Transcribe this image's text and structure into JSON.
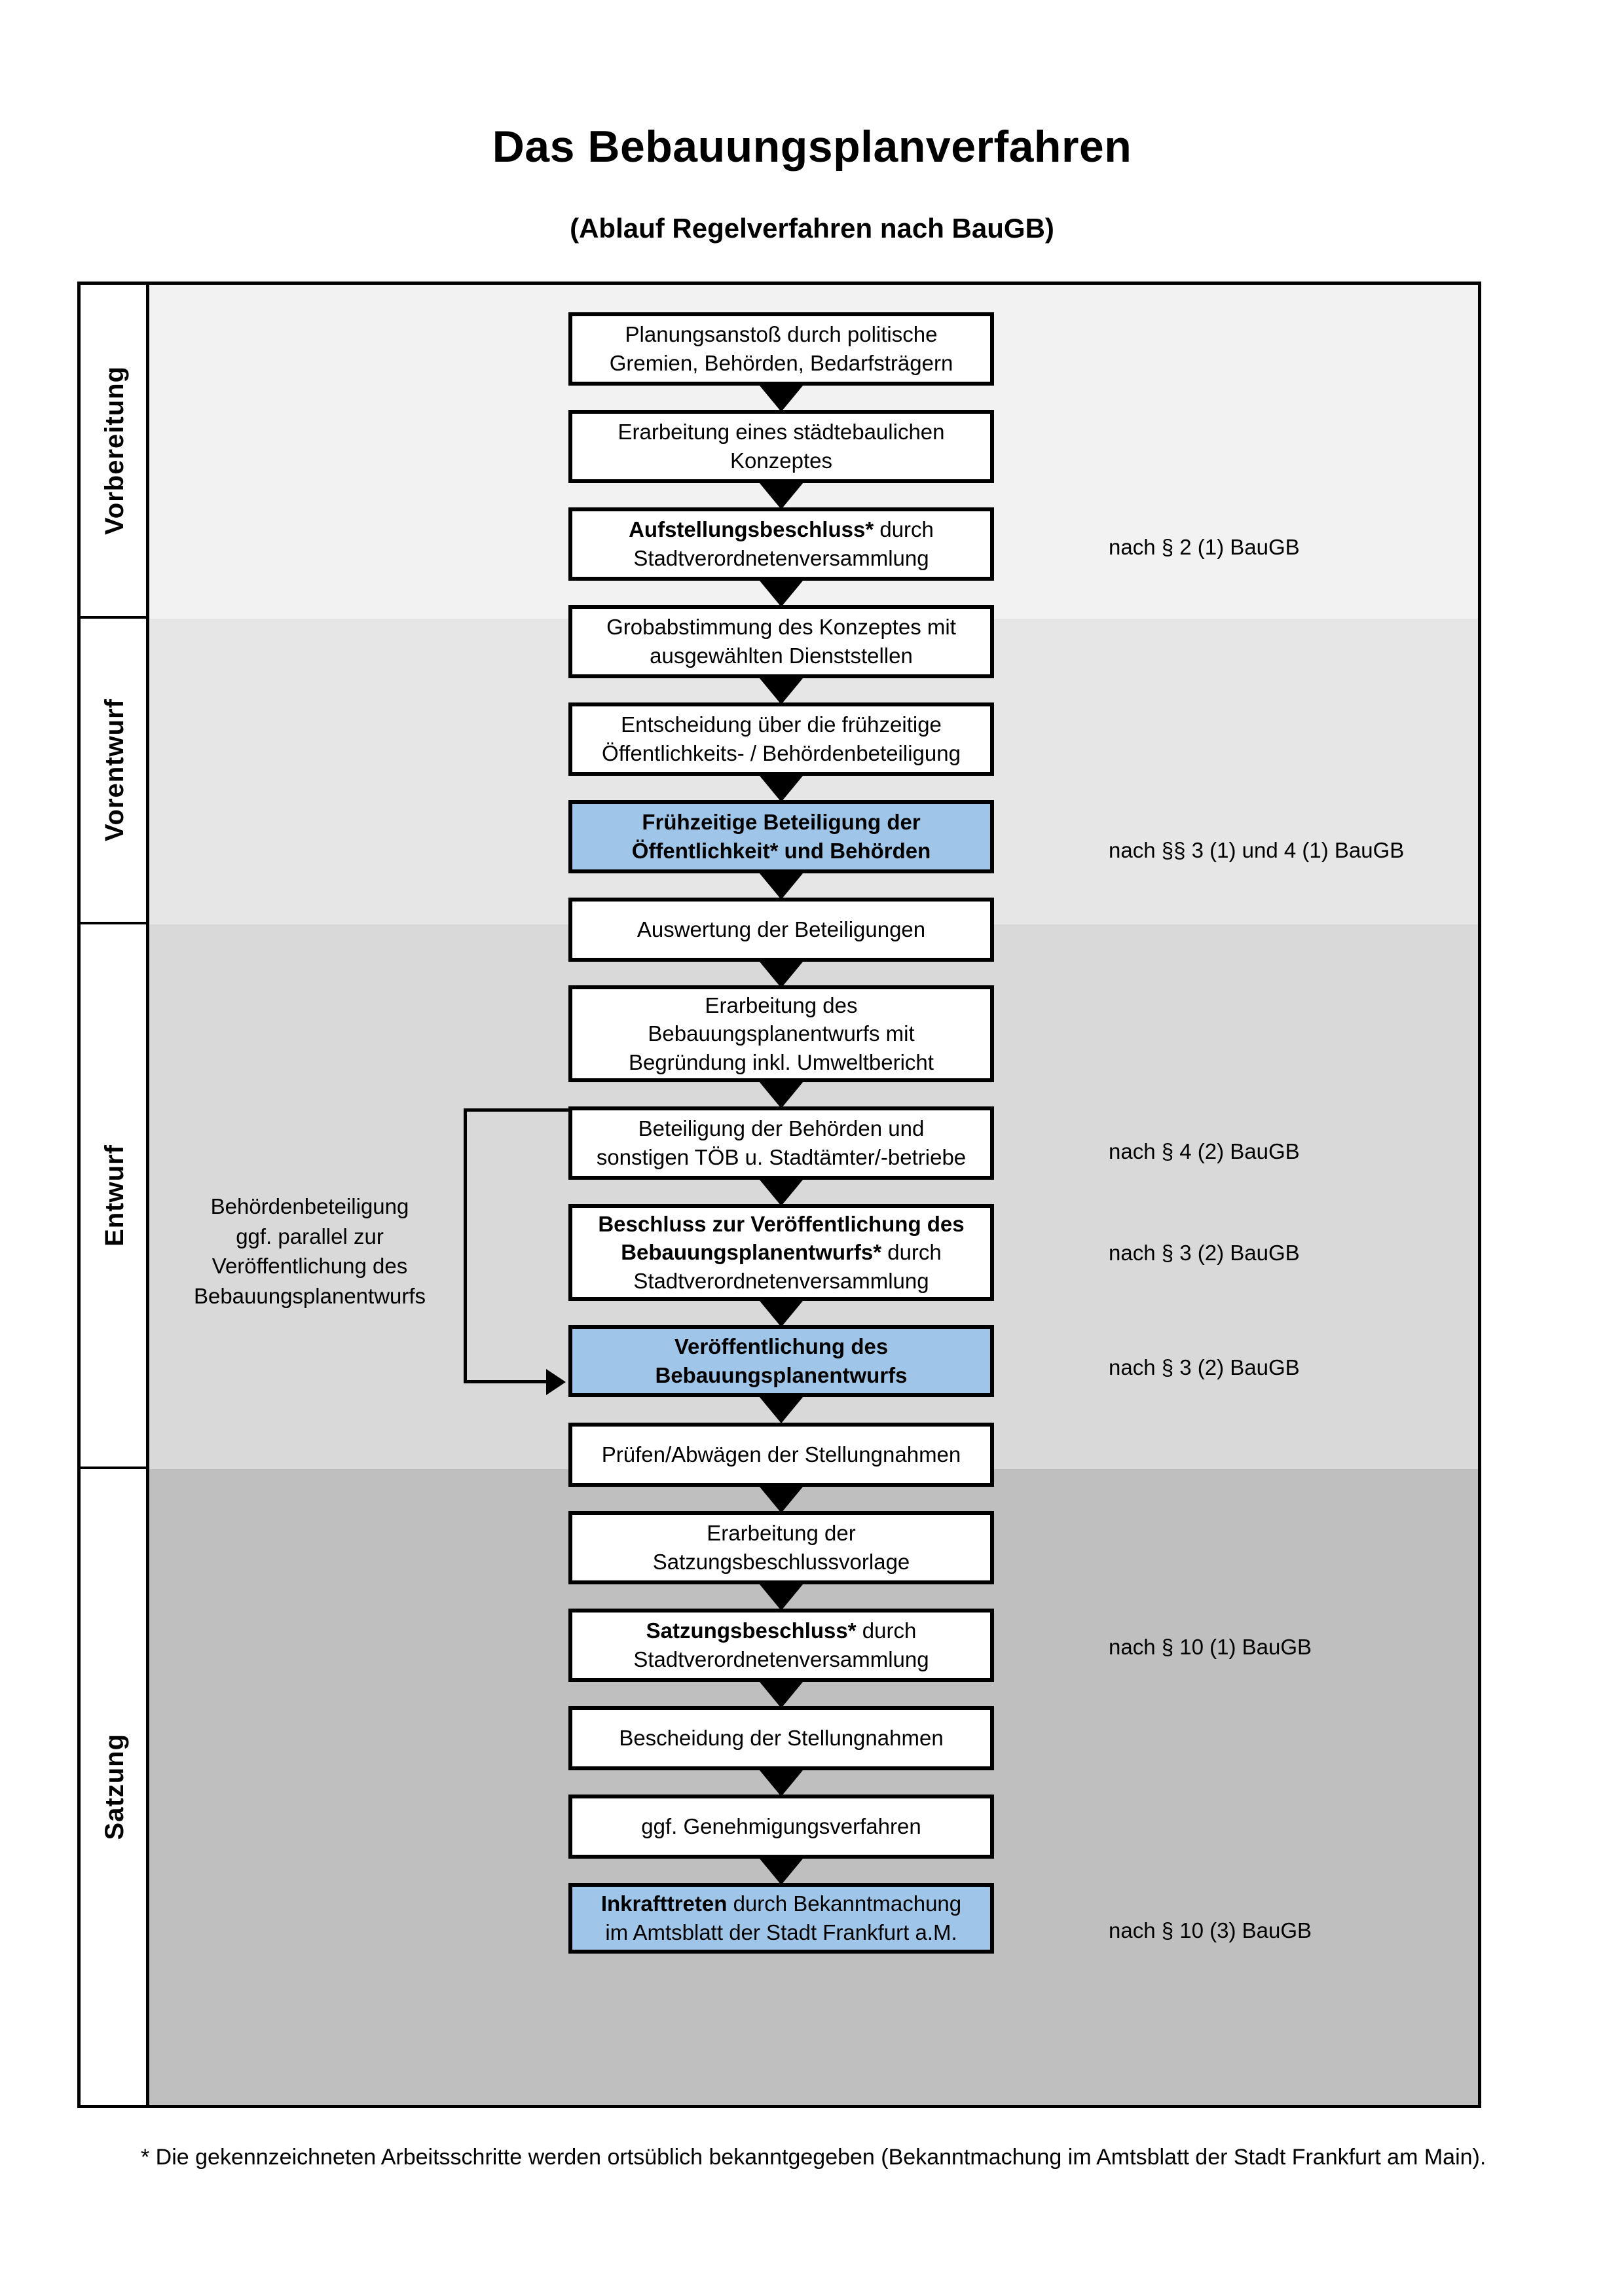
{
  "header": {
    "title": "Das Bebauungsplanverfahren",
    "subtitle": "(Ablauf Regelverfahren nach BauGB)"
  },
  "colors": {
    "highlight_blue": "#9FC5E8",
    "band_vorbereitung": "#F2F2F2",
    "band_vorentwurf": "#E6E6E6",
    "band_entwurf": "#D9D9D9",
    "band_satzung": "#BFBFBF",
    "box_border": "#000000",
    "box_fill": "#FFFFFF"
  },
  "phases": [
    {
      "label": "Vorbereitung"
    },
    {
      "label": "Vorentwurf"
    },
    {
      "label": "Entwurf"
    },
    {
      "label": "Satzung"
    }
  ],
  "steps": [
    {
      "id": "planungsanstoss",
      "phase": "Vorbereitung",
      "highlight": false,
      "lines": [
        "Planungsanstoß durch politische",
        "Gremien, Behörden, Bedarfsträgern"
      ],
      "bold_prefix": ""
    },
    {
      "id": "konzept",
      "phase": "Vorbereitung",
      "highlight": false,
      "lines": [
        "Erarbeitung eines städtebaulichen",
        "Konzeptes"
      ],
      "bold_prefix": ""
    },
    {
      "id": "aufstellungsbeschluss",
      "phase": "Vorbereitung",
      "highlight": false,
      "lines": [
        "Aufstellungsbeschluss* durch",
        "Stadtverordnetenversammlung"
      ],
      "bold_prefix": "Aufstellungsbeschluss*"
    },
    {
      "id": "grobabstimmung",
      "phase": "Vorentwurf",
      "highlight": false,
      "lines": [
        "Grobabstimmung des Konzeptes mit",
        "ausgewählten Dienststellen"
      ],
      "bold_prefix": ""
    },
    {
      "id": "entscheidung-fruehzeitig",
      "phase": "Vorentwurf",
      "highlight": false,
      "lines": [
        "Entscheidung über die frühzeitige",
        "Öffentlichkeits- / Behördenbeteiligung"
      ],
      "bold_prefix": ""
    },
    {
      "id": "fruehzeitige-beteiligung",
      "phase": "Vorentwurf",
      "highlight": true,
      "lines": [
        "Frühzeitige Beteiligung der",
        "Öffentlichkeit* und Behörden"
      ],
      "bold_prefix": "ALL"
    },
    {
      "id": "auswertung",
      "phase": "Entwurf",
      "highlight": false,
      "lines": [
        "Auswertung der Beteiligungen"
      ],
      "bold_prefix": ""
    },
    {
      "id": "erarbeitung-entwurf",
      "phase": "Entwurf",
      "highlight": false,
      "lines": [
        "Erarbeitung des",
        "Bebauungsplanentwurfs mit",
        "Begründung inkl. Umweltbericht"
      ],
      "bold_prefix": ""
    },
    {
      "id": "beteiligung-behoerden",
      "phase": "Entwurf",
      "highlight": false,
      "lines": [
        "Beteiligung der Behörden und",
        "sonstigen TÖB u. Stadtämter/-betriebe"
      ],
      "bold_prefix": ""
    },
    {
      "id": "beschluss-veroeffentlichung",
      "phase": "Entwurf",
      "highlight": false,
      "lines": [
        "Beschluss zur Veröffentlichung des",
        "Bebauungsplanentwurfs* durch",
        "Stadtverordnetenversammlung"
      ],
      "bold_prefix": "Beschluss zur Veröffentlichung des Bebauungsplanentwurfs*"
    },
    {
      "id": "veroeffentlichung",
      "phase": "Entwurf",
      "highlight": true,
      "lines": [
        "Veröffentlichung des",
        "Bebauungsplanentwurfs"
      ],
      "bold_prefix": "ALL"
    },
    {
      "id": "pruefen-abwaegen",
      "phase": "Satzung",
      "highlight": false,
      "lines": [
        "Prüfen/Abwägen der Stellungnahmen"
      ],
      "bold_prefix": ""
    },
    {
      "id": "satzungsbeschlussvorlage",
      "phase": "Satzung",
      "highlight": false,
      "lines": [
        "Erarbeitung der",
        "Satzungsbeschlussvorlage"
      ],
      "bold_prefix": ""
    },
    {
      "id": "satzungsbeschluss",
      "phase": "Satzung",
      "highlight": false,
      "lines": [
        "Satzungsbeschluss* durch",
        "Stadtverordnetenversammlung"
      ],
      "bold_prefix": "Satzungsbeschluss*"
    },
    {
      "id": "bescheidung",
      "phase": "Satzung",
      "highlight": false,
      "lines": [
        "Bescheidung der Stellungnahmen"
      ],
      "bold_prefix": ""
    },
    {
      "id": "genehmigungsverfahren",
      "phase": "Satzung",
      "highlight": false,
      "lines": [
        "ggf. Genehmigungsverfahren"
      ],
      "bold_prefix": ""
    },
    {
      "id": "inkrafttreten",
      "phase": "Satzung",
      "highlight": true,
      "lines": [
        "Inkrafttreten durch Bekanntmachung",
        "im Amtsblatt der Stadt Frankfurt a.M."
      ],
      "bold_prefix": "Inkrafttreten"
    }
  ],
  "step_text": {
    "planungsanstoss_l1": "Planungsanstoß durch politische",
    "planungsanstoss_l2": "Gremien, Behörden, Bedarfsträgern",
    "konzept_l1": "Erarbeitung eines städtebaulichen",
    "konzept_l2": "Konzeptes",
    "aufstellung_bold": "Aufstellungsbeschluss*",
    "aufstellung_rest": " durch",
    "aufstellung_l2": "Stadtverordnetenversammlung",
    "grob_l1": "Grobabstimmung des Konzeptes mit",
    "grob_l2": "ausgewählten Dienststellen",
    "entsch_l1": "Entscheidung über die frühzeitige",
    "entsch_l2": "Öffentlichkeits- / Behördenbeteiligung",
    "fruehz_l1": "Frühzeitige Beteiligung der",
    "fruehz_l2": "Öffentlichkeit* und Behörden",
    "auswertung_l1": "Auswertung der Beteiligungen",
    "erarb_l1": "Erarbeitung des",
    "erarb_l2": "Bebauungsplanentwurfs mit",
    "erarb_l3": "Begründung inkl. Umweltbericht",
    "betbeh_l1": "Beteiligung der Behörden und",
    "betbeh_l2": "sonstigen TÖB u. Stadtämter/-betriebe",
    "beschluss_b1": "Beschluss zur Veröffentlichung des",
    "beschluss_b2": "Bebauungsplanentwurfs*",
    "beschluss_rest": " durch",
    "beschluss_l3": "Stadtverordnetenversammlung",
    "veroeff_l1": "Veröffentlichung des",
    "veroeff_l2": "Bebauungsplanentwurfs",
    "pruefen_l1": "Prüfen/Abwägen der Stellungnahmen",
    "satzvorlage_l1": "Erarbeitung der",
    "satzvorlage_l2": "Satzungsbeschlussvorlage",
    "satzbeschluss_bold": "Satzungsbeschluss*",
    "satzbeschluss_rest": " durch",
    "satzbeschluss_l2": "Stadtverordnetenversammlung",
    "bescheidung_l1": "Bescheidung der Stellungnahmen",
    "genehmigung_l1": "ggf. Genehmigungsverfahren",
    "inkraft_bold": "Inkrafttreten",
    "inkraft_rest": " durch Bekanntmachung",
    "inkraft_l2": "im Amtsblatt der Stadt Frankfurt a.M."
  },
  "legal_refs": [
    {
      "id": "ref-2-1",
      "text": "nach § 2 (1) BauGB"
    },
    {
      "id": "ref-3-1-4-1",
      "text": "nach §§ 3 (1) und 4 (1) BauGB"
    },
    {
      "id": "ref-4-2",
      "text": "nach § 4 (2) BauGB"
    },
    {
      "id": "ref-3-2-a",
      "text": "nach § 3 (2) BauGB"
    },
    {
      "id": "ref-3-2-b",
      "text": "nach § 3 (2) BauGB"
    },
    {
      "id": "ref-10-1",
      "text": "nach § 10 (1) BauGB"
    },
    {
      "id": "ref-10-3",
      "text": "nach § 10 (3) BauGB"
    }
  ],
  "side_note": {
    "lines": [
      "Behördenbeteiligung",
      "ggf. parallel zur",
      "Veröffentlichung des",
      "Bebauungsplanentwurfs"
    ]
  },
  "footnote": {
    "text": "* Die gekennzeichneten Arbeitsschritte werden ortsüblich bekanntgegeben (Bekanntmachung im Amtsblatt  der Stadt Frankfurt am Main)."
  }
}
